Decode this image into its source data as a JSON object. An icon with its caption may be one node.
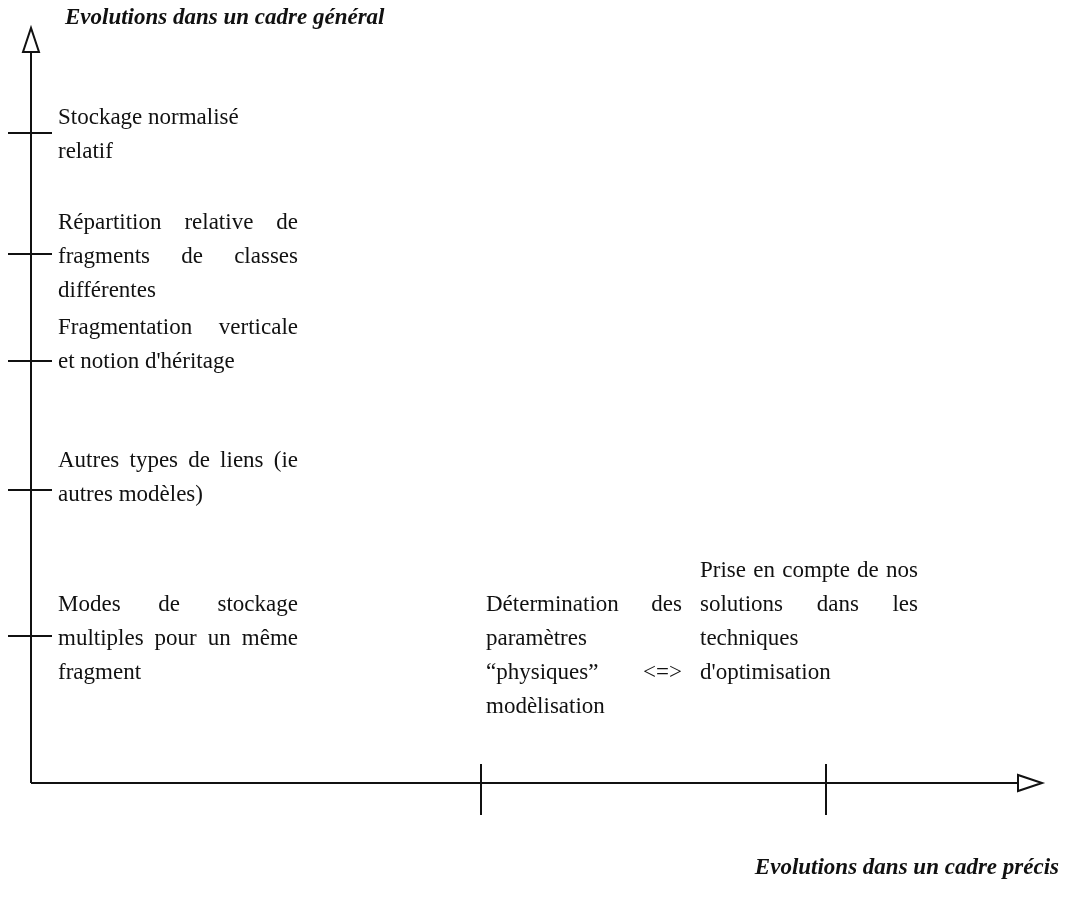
{
  "diagram": {
    "labels": [
      "Evolutions dans un cadre général",
      "Stockage normalisé relatif",
      "Répartition relative de fragments de classes différentes",
      "Fragmentation verticale et notion d'héritage",
      "Autres types de liens (ie autres modèles)",
      "Modes de stockage multiples pour un même fragment",
      "Détermination des paramètres “physiques” <=> modèlisation",
      "Prise en compte de nos solutions dans les techniques d'optimisation",
      "Evolutions dans un cadre précis"
    ]
  }
}
